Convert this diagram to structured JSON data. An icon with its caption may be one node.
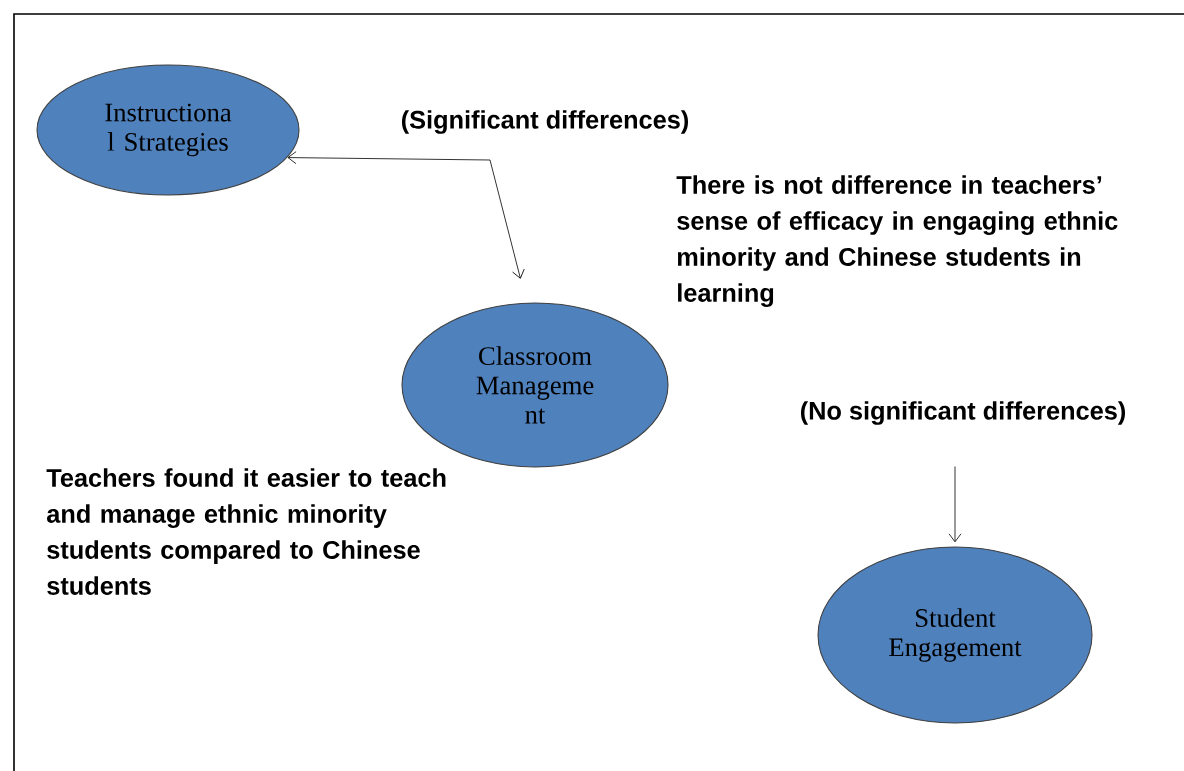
{
  "diagram": {
    "nodes": [
      {
        "text": [
          "Instructiona l Strategies"
        ]
      },
      {
        "text": [
          "Classroom Manageme nt"
        ]
      },
      {
        "text": [
          "Student Engagement"
        ]
      }
    ],
    "edges": [
      {
        "from": 0,
        "to": 1,
        "arrow": "both",
        "label": "(Significant differences)"
      },
      {
        "from": null,
        "to": 2,
        "arrow": "to",
        "label": "(No significant differences)"
      }
    ],
    "labels": [
      "There is not difference in teachers’ sense of efficacy  in engaging ethnic minority and Chinese students in learning",
      "Teachers found it easier to teach and manage ethnic minority students compared to Chinese students"
    ]
  }
}
